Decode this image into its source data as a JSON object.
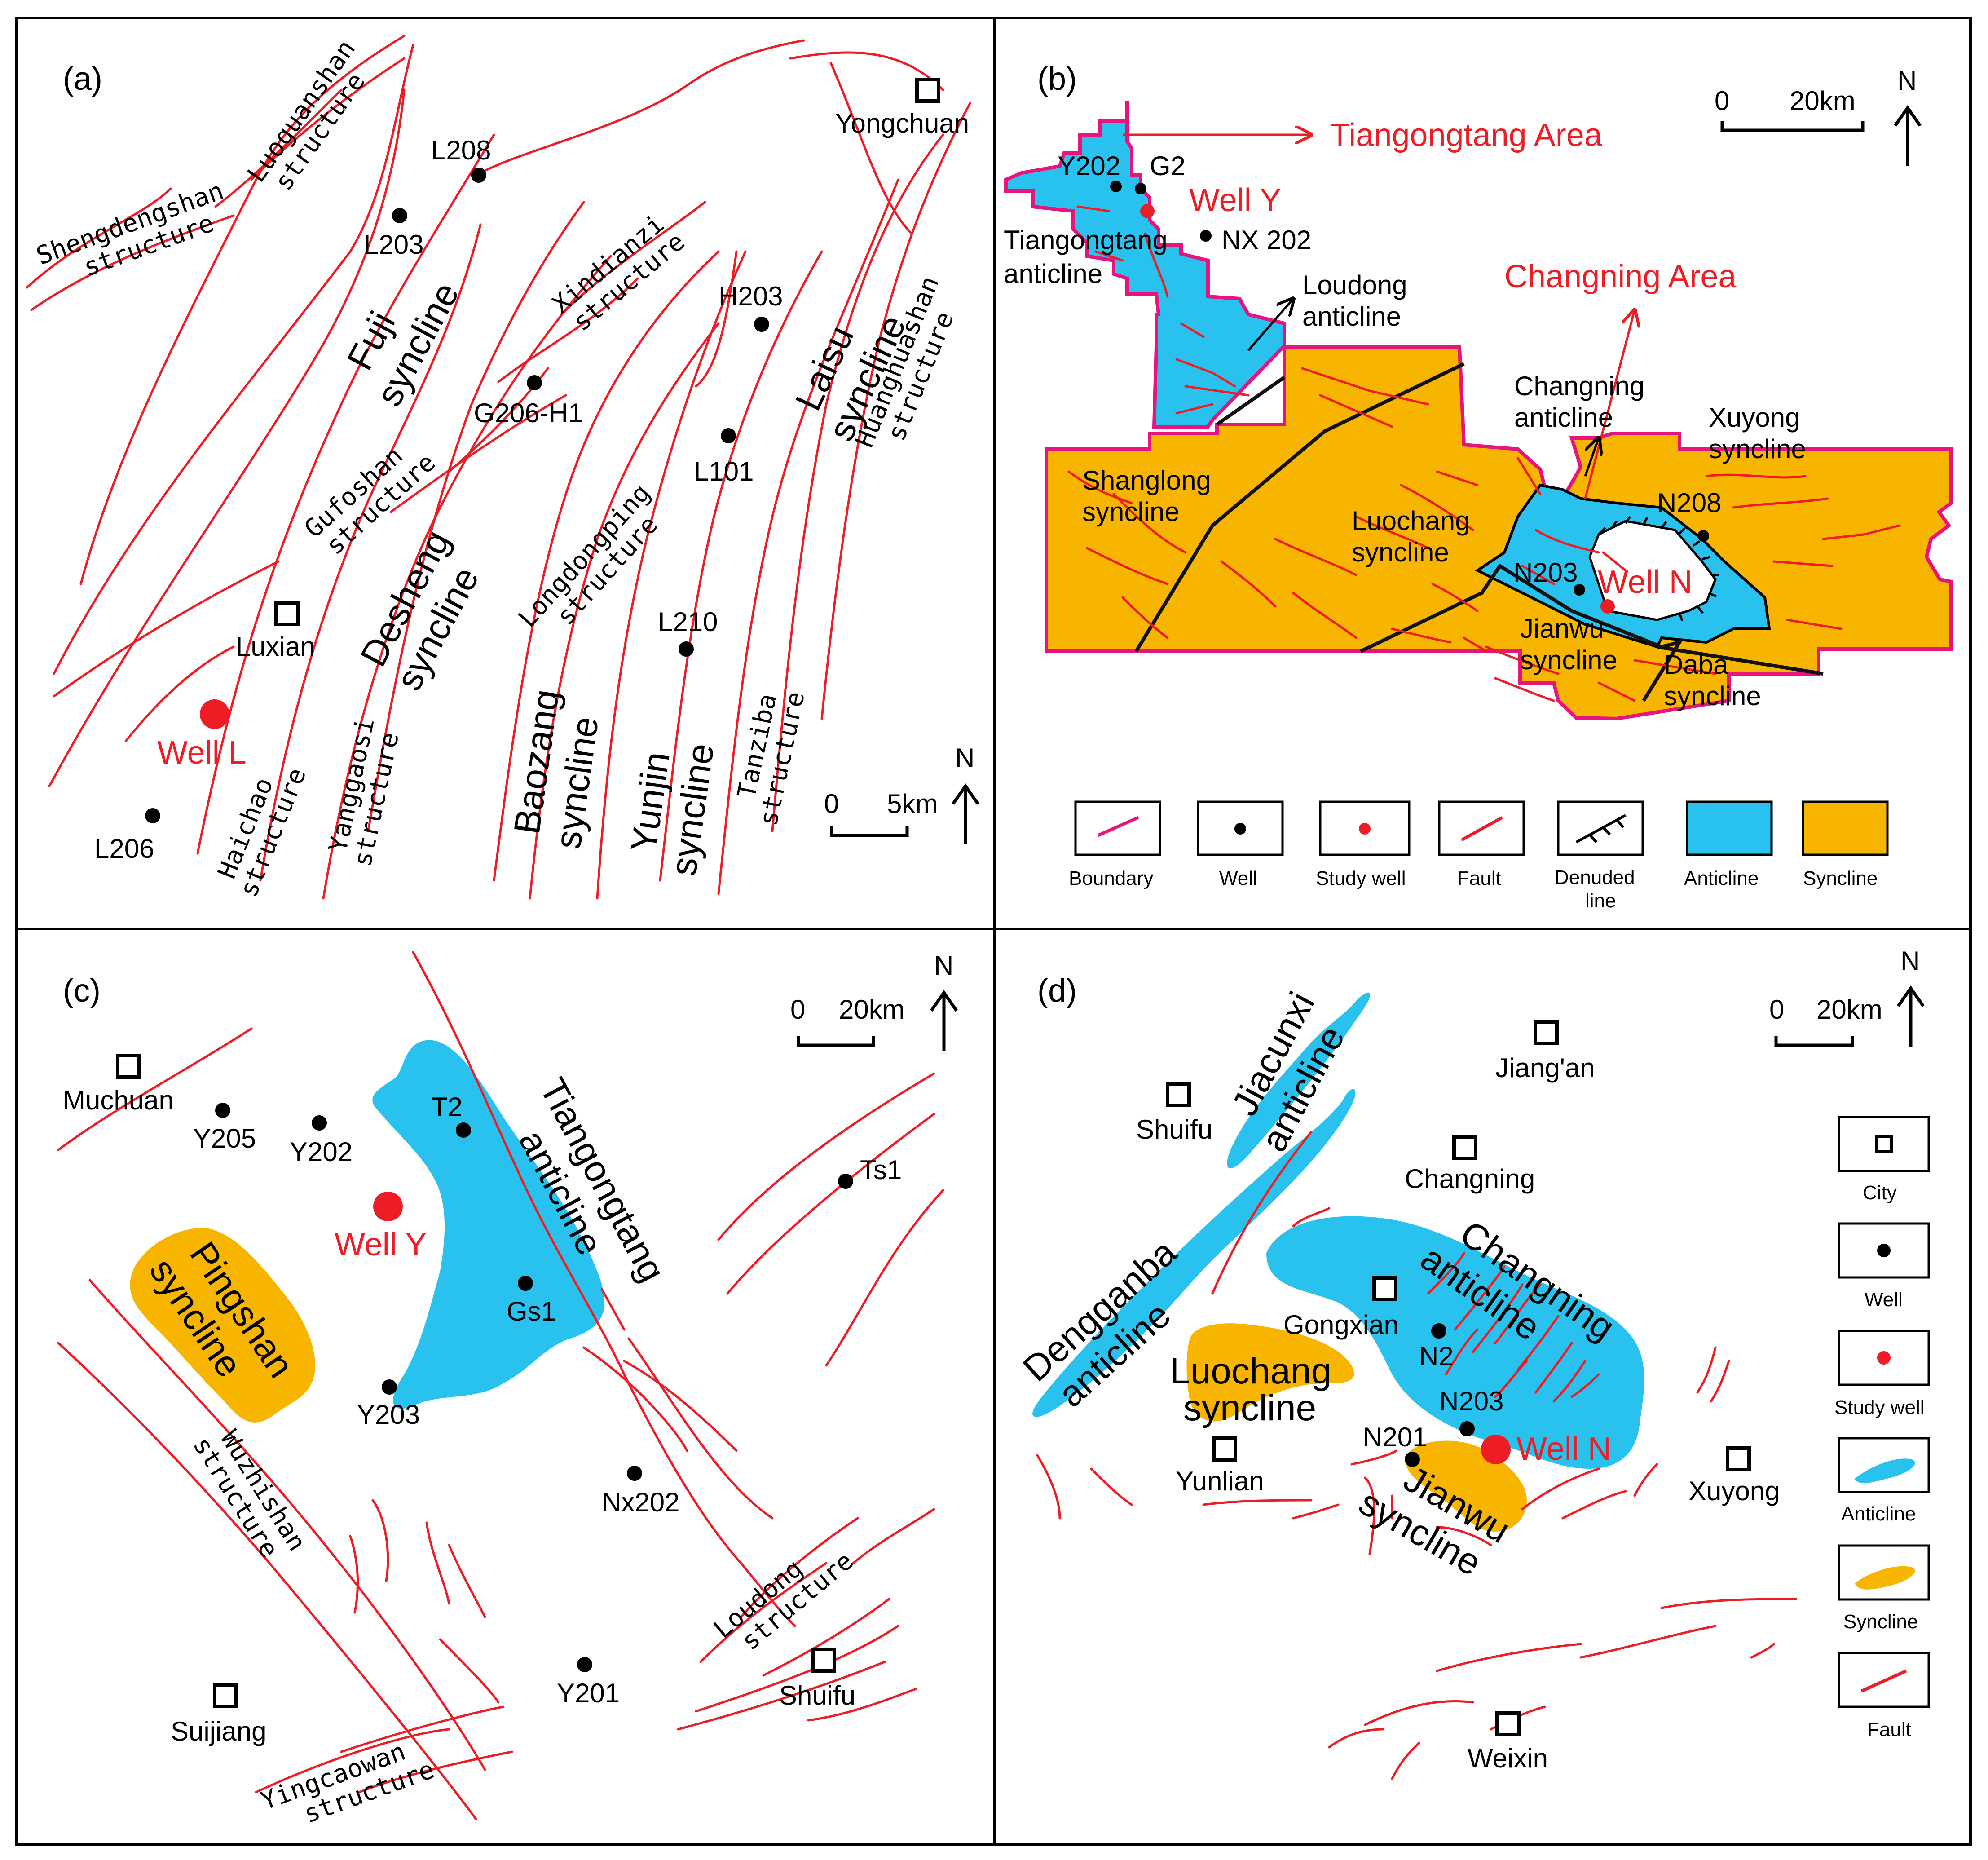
{
  "panels": {
    "a": {
      "label": "(a)",
      "cities": [
        "Yongchuan",
        "Luxian"
      ],
      "wells": [
        "L208",
        "L203",
        "H203",
        "G206-H1",
        "L101",
        "L210",
        "L206"
      ],
      "study_well": "Well L",
      "synclines": [
        "Fuji",
        "syncline",
        "Laisu",
        "syncline",
        "Desheng",
        "syncline",
        "Baozang",
        "syncline",
        "Yunjin",
        "syncline"
      ],
      "structures": [
        "Shengdengshan",
        "structure",
        "Luoguanshan",
        "structure",
        "Xindianzi",
        "structure",
        "Huanghuashan",
        "structure",
        "Gufoshan",
        "structure",
        "Longdongping",
        "structure",
        "Haichao",
        "structure",
        "Yanggaosi",
        "structure",
        "Tanziba",
        "structure"
      ],
      "scale": {
        "zero": "0",
        "value": "5km"
      },
      "north": "N"
    },
    "b": {
      "label": "(b)",
      "areas": [
        "Tiangongtang Area",
        "Changning Area"
      ],
      "study_wells": [
        "Well Y",
        "Well N"
      ],
      "wells": [
        "Y202",
        "G2",
        "NX 202",
        "N208",
        "N203"
      ],
      "structures": [
        "Tiangongtang",
        "anticline",
        "Loudong",
        "anticline",
        "Changning",
        "anticline",
        "Xuyong",
        "syncline",
        "Shanglong",
        "syncline",
        "Luochang",
        "syncline",
        "Jianwu",
        "syncline",
        "Daba",
        "syncline"
      ],
      "scale": {
        "zero": "0",
        "value": "20km"
      },
      "north": "N",
      "legend": [
        "Boundary",
        "Well",
        "Study well",
        "Fault",
        "Denuded",
        "line",
        "Anticline",
        "Syncline"
      ],
      "colors": {
        "anticline": "#29c2ef",
        "syncline": "#f7b500",
        "boundary": "#e6147c",
        "fault": "#ee1c24",
        "study_well": "#ee1c24"
      }
    },
    "c": {
      "label": "(c)",
      "cities": [
        "Muchuan",
        "Suijiang",
        "Shuifu"
      ],
      "wells": [
        "Y205",
        "Y202",
        "T2",
        "Ts1",
        "Gs1",
        "Y203",
        "Nx202",
        "Y201"
      ],
      "study_well": "Well Y",
      "structures": [
        "Tiangongtang",
        "anticline",
        "Pingshan",
        "syncline",
        "Wuzhishan",
        "structure",
        "Loudong",
        "structure",
        "Yingcaowan",
        "structure"
      ],
      "scale": {
        "zero": "0",
        "value": "20km"
      },
      "north": "N"
    },
    "d": {
      "label": "(d)",
      "cities": [
        "Jiang'an",
        "Shuifu",
        "Changning",
        "Gongxian",
        "Yunlian",
        "Xuyong",
        "Weixin"
      ],
      "wells": [
        "N2",
        "N203",
        "N201"
      ],
      "study_well": "Well N",
      "structures": [
        "Jiacunxi",
        "anticline",
        "Dengganba",
        "anticline",
        "Changning",
        "anticline",
        "Luochang",
        "syncline",
        "Jianwu",
        "syncline"
      ],
      "scale": {
        "zero": "0",
        "value": "20km"
      },
      "north": "N",
      "legend": [
        "City",
        "Well",
        "Study well",
        "Anticline",
        "Syncline",
        "Fault"
      ]
    }
  }
}
